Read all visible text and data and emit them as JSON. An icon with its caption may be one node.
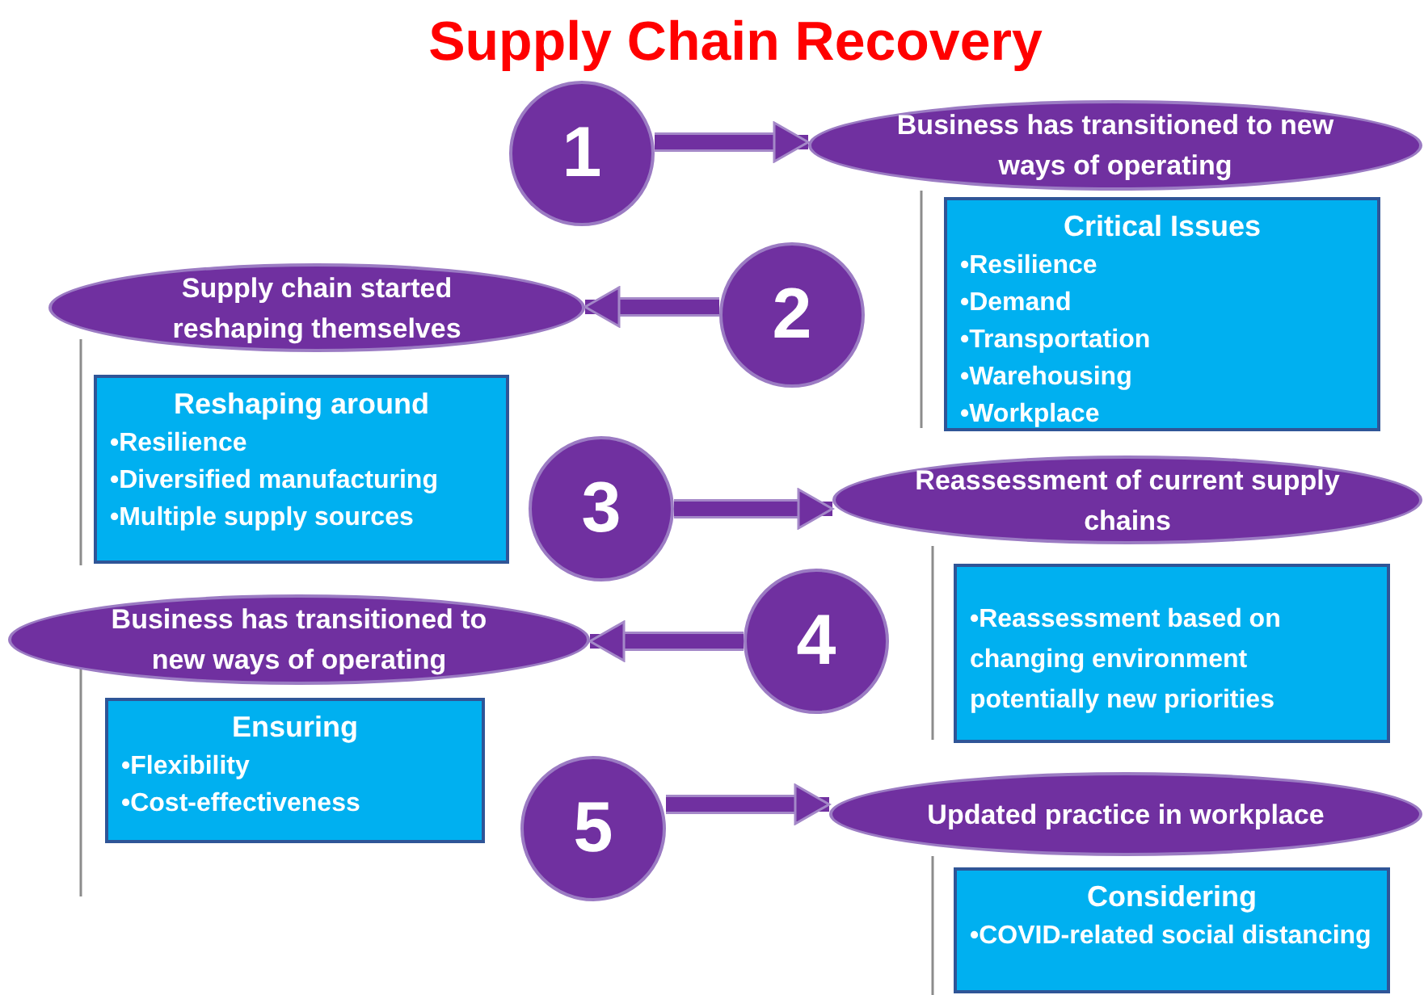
{
  "diagram": {
    "title": "Supply Chain Recovery",
    "nodes": [
      {
        "text": [
          "1"
        ]
      },
      {
        "text": [
          "Business has transitioned to new ways of operating"
        ]
      },
      {
        "text": [
          "Critical Issues",
          "•Resilience",
          "•Demand",
          "•Transportation",
          "•Warehousing",
          "•Workplace"
        ]
      },
      {
        "text": [
          "2"
        ]
      },
      {
        "text": [
          "Supply chain started reshaping themselves"
        ]
      },
      {
        "text": [
          "Reshaping around",
          "•Resilience",
          "•Diversified manufacturing",
          "•Multiple supply sources"
        ]
      },
      {
        "text": [
          "3"
        ]
      },
      {
        "text": [
          "Reassessment of current supply chains"
        ]
      },
      {
        "text": [
          "•Reassessment based on changing environment potentially new priorities"
        ]
      },
      {
        "text": [
          "4"
        ]
      },
      {
        "text": [
          "Business has transitioned to new ways of operating"
        ]
      },
      {
        "text": [
          "Ensuring",
          "•Flexibility",
          "•Cost-effectiveness"
        ]
      },
      {
        "text": [
          "5"
        ]
      },
      {
        "text": [
          "Updated practice in workplace"
        ]
      },
      {
        "text": [
          "Considering",
          "•COVID-related social distancing"
        ]
      }
    ],
    "edges": [
      {
        "from": 0,
        "to": 1,
        "arrow": "to"
      },
      {
        "from": 3,
        "to": 4,
        "arrow": "to"
      },
      {
        "from": 6,
        "to": 7,
        "arrow": "to"
      },
      {
        "from": 9,
        "to": 10,
        "arrow": "to"
      },
      {
        "from": 12,
        "to": 13,
        "arrow": "to"
      }
    ]
  }
}
